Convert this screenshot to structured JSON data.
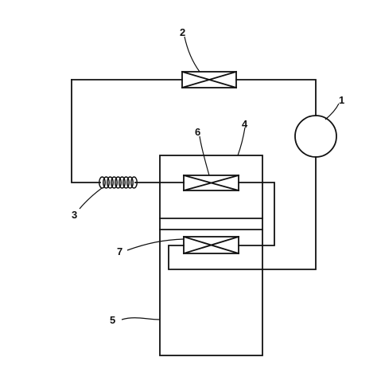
{
  "diagram": {
    "type": "patent-schematic",
    "line_color": "#111111",
    "background_color": "#ffffff",
    "labels": {
      "compressor": "1",
      "condenser": "2",
      "capillary": "3",
      "cabinet": "4",
      "fresh_compartment": "5",
      "freezer_evaporator": "6",
      "fresh_evaporator": "7"
    },
    "components": [
      {
        "ref": "1",
        "icon": "circle"
      },
      {
        "ref": "2",
        "icon": "box-with-x"
      },
      {
        "ref": "3",
        "icon": "coil"
      },
      {
        "ref": "4",
        "icon": "rectangle"
      },
      {
        "ref": "5",
        "icon": "rectangle-section"
      },
      {
        "ref": "6",
        "icon": "box-with-x"
      },
      {
        "ref": "7",
        "icon": "box-with-x"
      }
    ]
  }
}
